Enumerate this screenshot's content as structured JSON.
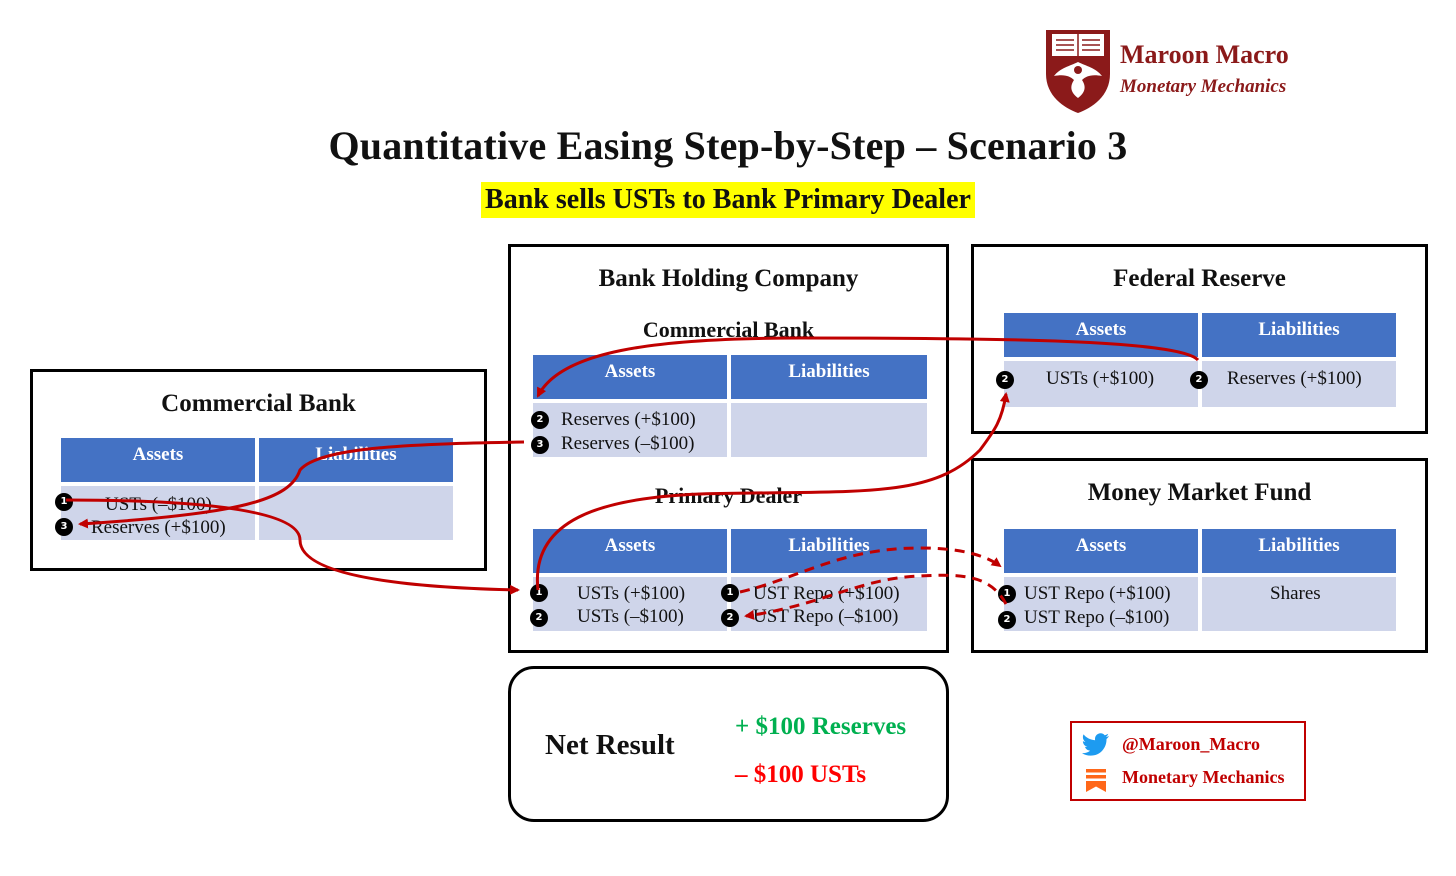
{
  "brand": {
    "name": "Maroon Macro",
    "tagline": "Monetary Mechanics",
    "crest_color": "#8b1a1a"
  },
  "title": "Quantitative Easing Step-by-Step – Scenario 3",
  "subtitle": "Bank sells USTs to Bank Primary Dealer",
  "headers": {
    "assets": "Assets",
    "liabilities": "Liabilities"
  },
  "commercial_bank": {
    "title": "Commercial Bank",
    "assets": [
      {
        "step": "1",
        "text": "USTs (–$100)"
      },
      {
        "step": "3",
        "text": "Reserves (+$100)"
      }
    ],
    "liabilities": []
  },
  "bank_holding_company": {
    "title": "Bank Holding Company",
    "commercial_bank": {
      "title": "Commercial Bank",
      "assets": [
        {
          "step": "2",
          "text": "Reserves (+$100)"
        },
        {
          "step": "3",
          "text": "Reserves (–$100)"
        }
      ],
      "liabilities": []
    },
    "primary_dealer": {
      "title": "Primary Dealer",
      "assets": [
        {
          "step": "1",
          "text": "USTs (+$100)"
        },
        {
          "step": "2",
          "text": "USTs (–$100)"
        }
      ],
      "liabilities": [
        {
          "step": "1",
          "text": "UST Repo (+$100)"
        },
        {
          "step": "2",
          "text": "UST Repo (–$100)"
        }
      ]
    }
  },
  "federal_reserve": {
    "title": "Federal Reserve",
    "assets": [
      {
        "step": "2",
        "text": "USTs (+$100)"
      }
    ],
    "liabilities": [
      {
        "step": "2",
        "text": "Reserves (+$100)"
      }
    ]
  },
  "money_market_fund": {
    "title": "Money Market Fund",
    "assets": [
      {
        "step": "1",
        "text": "UST Repo (+$100)"
      },
      {
        "step": "2",
        "text": "UST Repo (–$100)"
      }
    ],
    "liabilities": [
      {
        "text": "Shares"
      }
    ]
  },
  "net_result": {
    "label": "Net Result",
    "positive": "+ $100 Reserves",
    "negative": "– $100 USTs"
  },
  "social": {
    "twitter": "@Maroon_Macro",
    "substack": "Monetary Mechanics"
  },
  "colors": {
    "header_blue": "#4472c4",
    "cell_lavender": "#cfd5ea",
    "arrow_red": "#c00000",
    "positive_green": "#00b050",
    "negative_red": "#ff0000",
    "highlight_yellow": "#ffff00"
  }
}
